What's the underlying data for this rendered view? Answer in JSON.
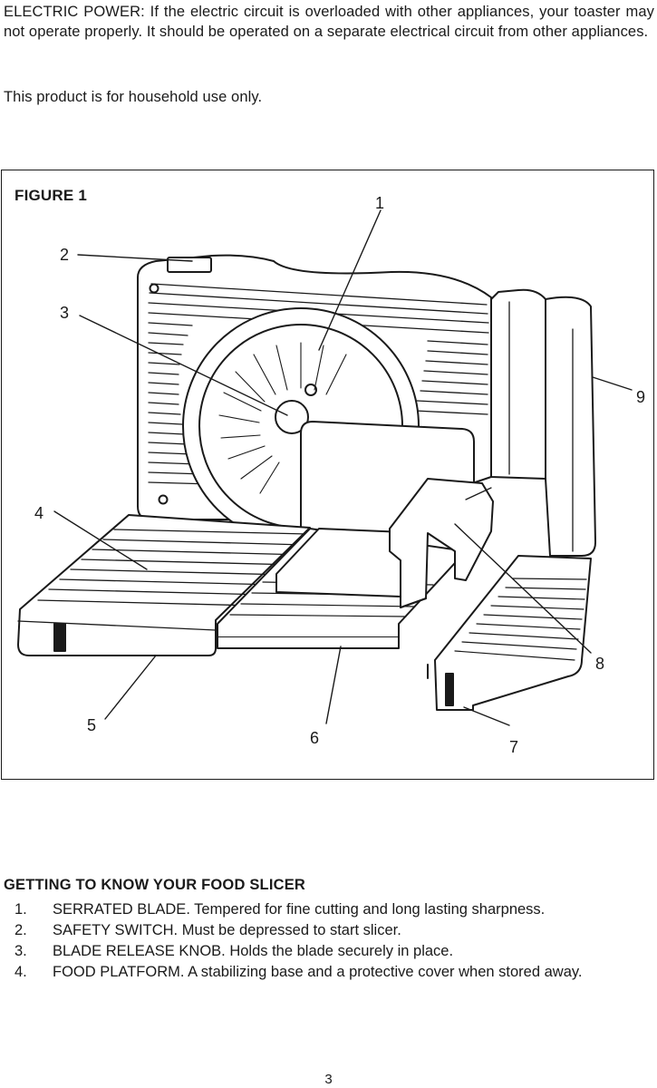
{
  "intro": {
    "electric_power": "ELECTRIC POWER: If the electric circuit is overloaded with other appliances, your toaster may not operate properly. It should be operated on a separate electrical circuit from other appliances.",
    "household_use": "This product is for household use only."
  },
  "figure": {
    "title": "FIGURE 1",
    "callouts": [
      "1",
      "2",
      "3",
      "4",
      "5",
      "6",
      "7",
      "8",
      "9"
    ]
  },
  "parts_section": {
    "heading": "GETTING TO KNOW YOUR FOOD SLICER",
    "items": [
      {
        "number": "1.",
        "text": "SERRATED BLADE. Tempered for fine cutting and long lasting sharpness."
      },
      {
        "number": "2.",
        "text": "SAFETY SWITCH. Must be depressed to start slicer."
      },
      {
        "number": "3.",
        "text": "BLADE RELEASE KNOB. Holds the blade securely in place."
      },
      {
        "number": "4.",
        "text": "FOOD PLATFORM. A stabilizing base and a protective cover when stored away."
      }
    ]
  },
  "page_number": "3"
}
